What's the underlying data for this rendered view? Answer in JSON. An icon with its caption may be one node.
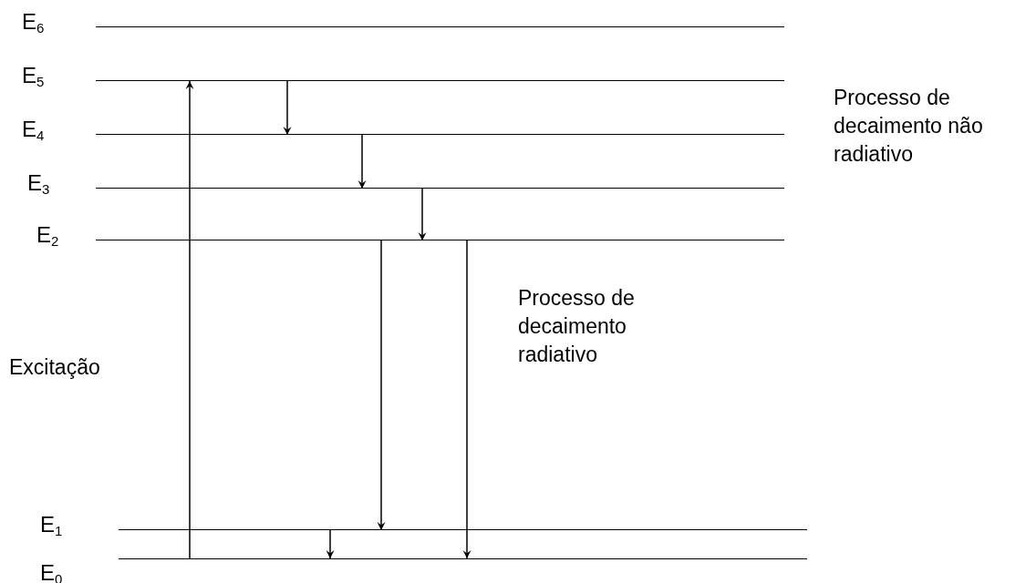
{
  "diagram": {
    "nodes": [
      {
        "text": [
          "E$_{6}$"
        ]
      },
      {
        "text": [
          "E$_{5}$"
        ]
      },
      {
        "text": [
          "E$_{4}$"
        ]
      },
      {
        "text": [
          "E$_{3}$"
        ]
      },
      {
        "text": [
          "E$_{2}$"
        ]
      },
      {
        "text": [
          "E$_{1}$"
        ]
      },
      {
        "text": [
          "E$_{0}$"
        ]
      }
    ],
    "edges": [
      {
        "from": 6,
        "to": 1,
        "arrow": "to"
      },
      {
        "from": 1,
        "to": 2,
        "arrow": "to"
      },
      {
        "from": 2,
        "to": 3,
        "arrow": "to"
      },
      {
        "from": 3,
        "to": 4,
        "arrow": "to"
      },
      {
        "from": 4,
        "to": 5,
        "arrow": "to"
      },
      {
        "from": 4,
        "to": 6,
        "arrow": "to"
      },
      {
        "from": 5,
        "to": 6,
        "arrow": "to"
      }
    ],
    "labels": [
      "Excitação",
      "Processo de decaimento não radiativo",
      "Processo de decaimento radiativo"
    ]
  }
}
